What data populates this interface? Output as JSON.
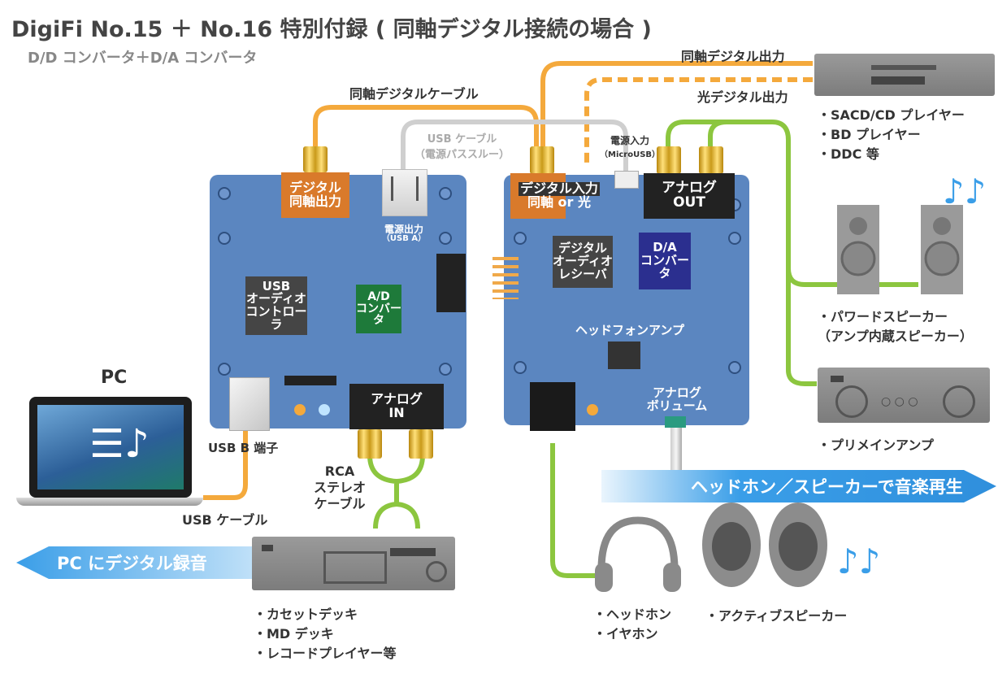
{
  "header": {
    "title": "DigiFi No.15 ＋ No.16 特別付録 ( 同軸デジタル接続の場合 )",
    "subtitle": "D/D コンバータ＋D/A コンバータ"
  },
  "cable_labels": {
    "coax_cable": "同軸デジタルケーブル",
    "usb_cable_power_1": "USB ケーブル",
    "usb_cable_power_2": "（電源パススルー）",
    "coax_out": "同軸デジタル出力",
    "optical_out": "光デジタル出力",
    "usb_cable": "USB ケーブル",
    "rca_1": "RCA",
    "rca_2": "ステレオ",
    "rca_3": "ケーブル"
  },
  "ddc_board": {
    "digital_out_1": "デジタル",
    "digital_out_2": "同軸出力",
    "power_out_1": "電源出力",
    "power_out_2": "（USB A）",
    "usb_ctrl_1": "USB",
    "usb_ctrl_2": "オーディオ",
    "usb_ctrl_3": "コントローラ",
    "adc_1": "A/D",
    "adc_2": "コンバータ",
    "usb_b": "USB B 端子",
    "analog_in_1": "アナログ",
    "analog_in_2": "IN"
  },
  "dac_board": {
    "digital_in_1": "デジタル入力",
    "digital_in_2": "同軸 or 光",
    "power_in_1": "電源入力",
    "power_in_2": "（MicroUSB）",
    "analog_out_1": "アナログ",
    "analog_out_2": "OUT",
    "receiver_1": "デジタル",
    "receiver_2": "オーディオ",
    "receiver_3": "レシーバ",
    "dac_1": "D/A",
    "dac_2": "コンバータ",
    "hp_amp": "ヘッドフォンアンプ",
    "volume_1": "アナログ",
    "volume_2": "ボリューム"
  },
  "devices": {
    "pc": "PC",
    "player_1": "・SACD/CD プレイヤー",
    "player_2": "・BD プレイヤー",
    "player_3": "・DDC 等",
    "speaker_1": "・パワードスピーカー",
    "speaker_2": "（アンプ内蔵スピーカー）",
    "amp": "・プリメインアンプ",
    "deck_1": "・カセットデッキ",
    "deck_2": "・MD デッキ",
    "deck_3": "・レコードプレイヤー等",
    "headphone_1": "・ヘッドホン",
    "headphone_2": "・イヤホン",
    "active_speaker": "・アクティブスピーカー"
  },
  "arrows": {
    "record": "PC にデジタル録音",
    "playback": "ヘッドホン／スピーカーで音楽再生"
  },
  "colors": {
    "board": "#5b86c0",
    "orange_wire": "#f4a93c",
    "green_wire": "#8cc63f",
    "gray_wire": "#cfcfcf",
    "title": "#333333",
    "arrow_blue": "#3a9ee8"
  }
}
